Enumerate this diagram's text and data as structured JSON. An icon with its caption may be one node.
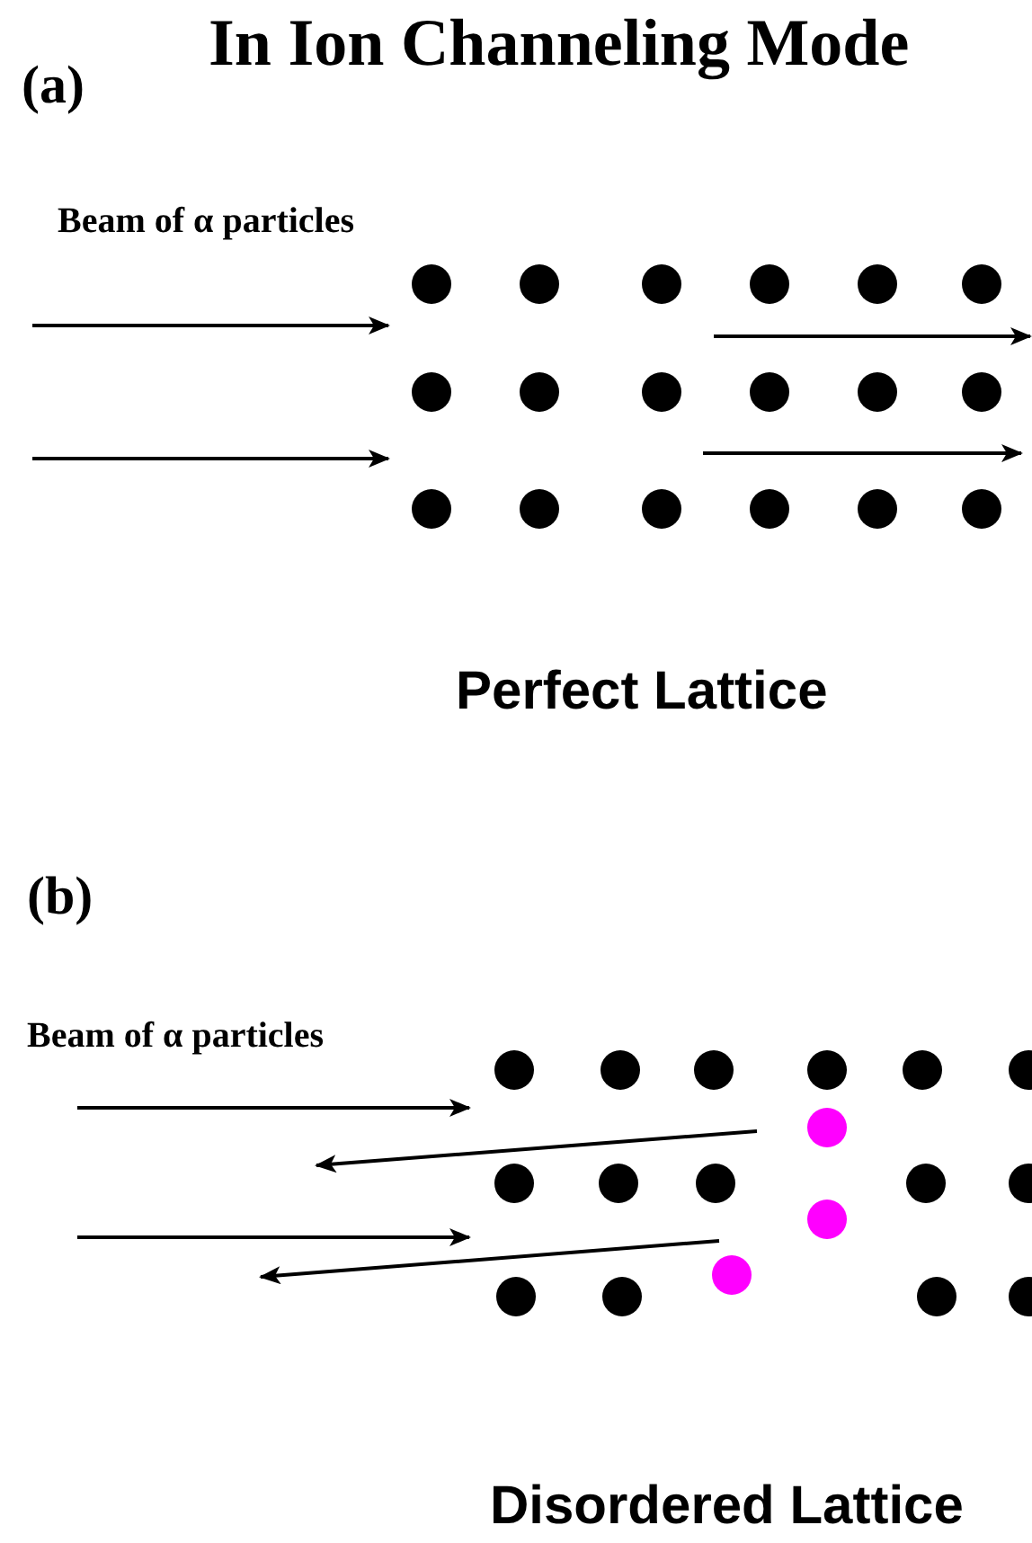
{
  "diagram": {
    "title": "In Ion Channeling Mode",
    "labels": [
      "(a)",
      "Beam of α particles",
      "Perfect Lattice",
      "(b)",
      "Beam of α particles",
      "Disordered Lattice"
    ]
  }
}
